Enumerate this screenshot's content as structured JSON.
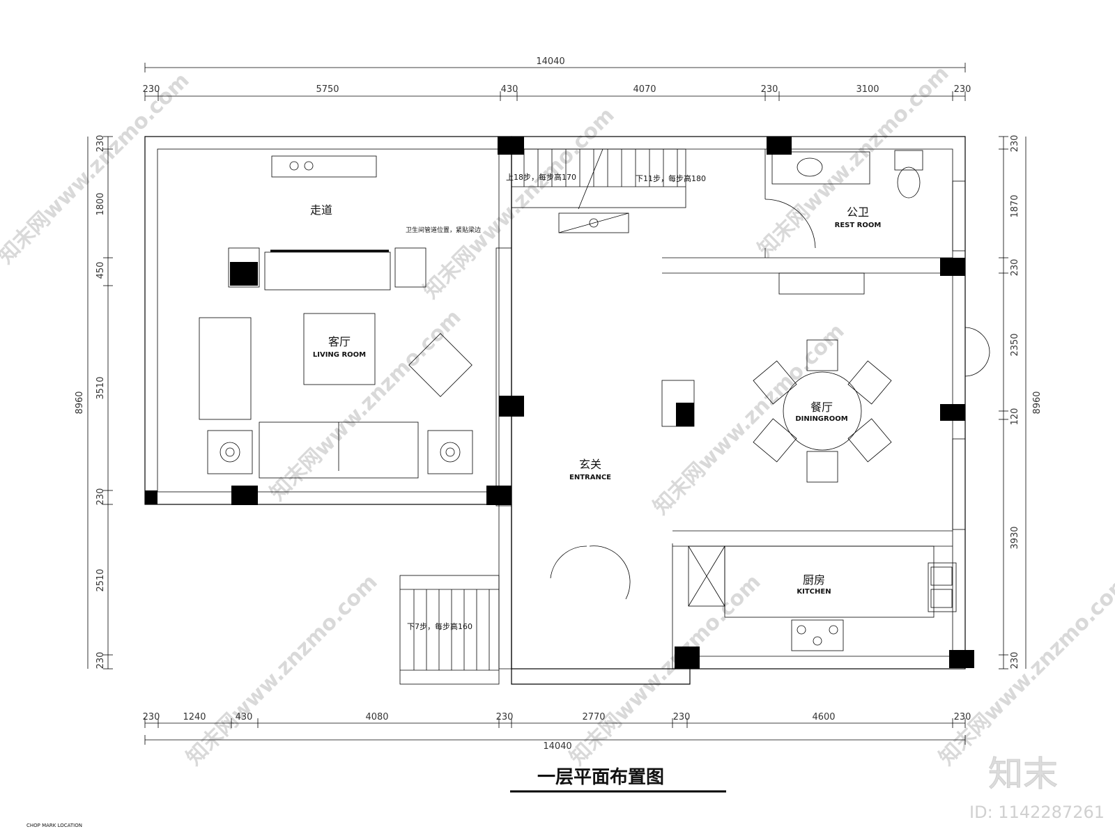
{
  "title": "一层平面布置图",
  "corner_note": "CHOP MARK LOCATION",
  "brand": {
    "name": "知末",
    "id_text": "ID: 1142287261"
  },
  "watermark": "知末网www.znzmo.com",
  "dimensions": {
    "top_total": "14040",
    "top": [
      "230",
      "5750",
      "430",
      "4070",
      "230",
      "3100",
      "230"
    ],
    "bottom_total": "14040",
    "bottom": [
      "230",
      "1240",
      "430",
      "4080",
      "230",
      "2770",
      "230",
      "4600",
      "230"
    ],
    "left_total": "8960",
    "left": [
      "230",
      "1800",
      "450",
      "3510",
      "230",
      "2510",
      "230"
    ],
    "right_total": "8960",
    "right": [
      "230",
      "1870",
      "230",
      "2350",
      "120",
      "3930",
      "230"
    ]
  },
  "rooms": {
    "corridor": {
      "cn": "走道"
    },
    "living": {
      "cn": "客厅",
      "en": "LIVING ROOM"
    },
    "restroom": {
      "cn": "公卫",
      "en": "REST ROOM"
    },
    "dining": {
      "cn": "餐厅",
      "en": "DININGROOM"
    },
    "entrance": {
      "cn": "玄关",
      "en": "ENTRANCE"
    },
    "kitchen": {
      "cn": "厨房",
      "en": "KITCHEN"
    }
  },
  "notes": {
    "stair_up": "上18步，每步高170",
    "stair_down": "下11步，每步高180",
    "stair_lower": "下7步，每步高160",
    "pipe": "卫生间管道位置，紧贴梁边"
  }
}
